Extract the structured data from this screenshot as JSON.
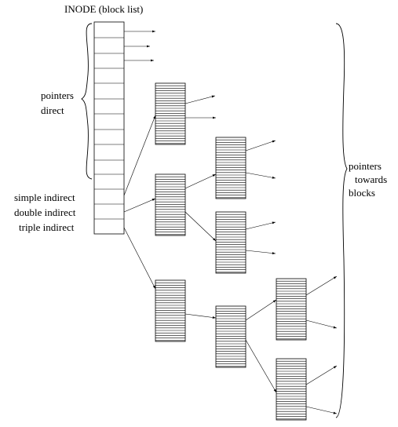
{
  "title": "INODE (block list)",
  "labels": {
    "pointers": "pointers",
    "direct": "direct",
    "simple_indirect": "simple indirect",
    "double_indirect": "double indirect",
    "triple_indirect": "triple indirect",
    "pointers_towards": "pointers",
    "towards": "towards",
    "blocks": "blocks"
  }
}
